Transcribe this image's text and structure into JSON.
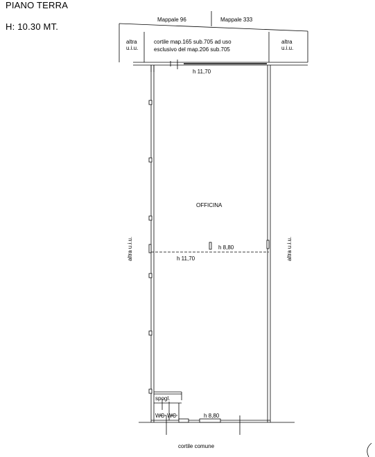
{
  "header": {
    "floor": "PIANO TERRA",
    "height": "H: 10.30 MT."
  },
  "labels": {
    "mappale_left": "Mappale 96",
    "mappale_right": "Mappale 333",
    "altra_1": "altra",
    "uiu": "u.i.u.",
    "cortile_line1": "cortile map.165 sub.705 ad uso",
    "cortile_line2": "esclusivo del map.206 sub.705",
    "h_top": "h 11,70",
    "officina": "OFFICINA",
    "h_mid": "h 8,80",
    "h_mid2": "h 11,70",
    "altra_uiu_vertical": "altra u.i.u.",
    "spogl": "spogl.",
    "wc": "WC",
    "h_bottom": "h 8,80",
    "cortile_comune": "cortile comune"
  }
}
